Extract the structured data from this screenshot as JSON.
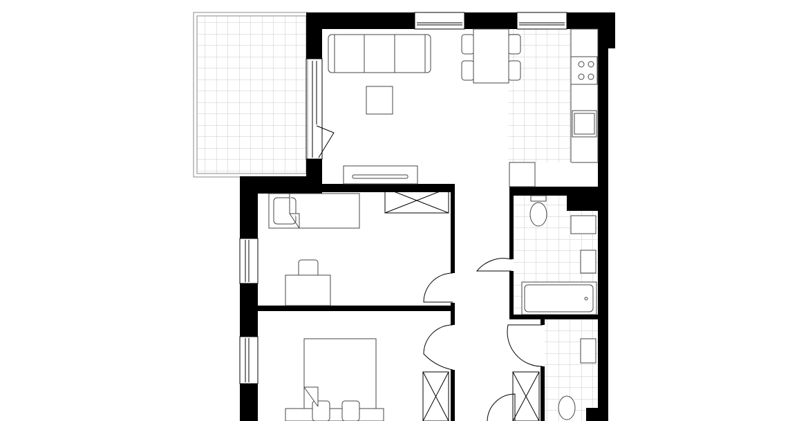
{
  "plan": {
    "colors": {
      "wall": "#000000",
      "background": "#ffffff",
      "tile_grid": "#cccccc",
      "furniture_stroke": "#444444"
    },
    "rooms": [
      "balcony",
      "living-room",
      "kitchen",
      "bedroom-small",
      "bedroom-main",
      "bathroom",
      "wc",
      "hallway"
    ]
  }
}
